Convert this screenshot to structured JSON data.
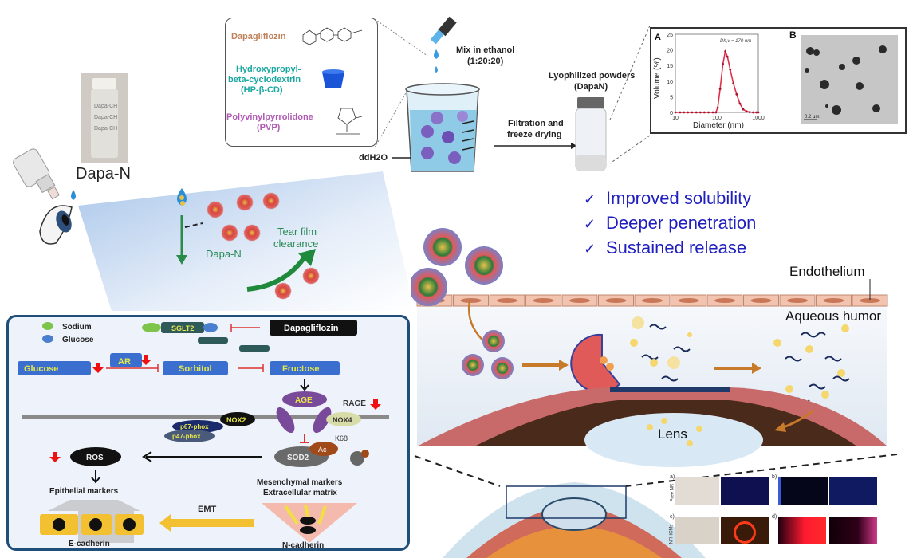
{
  "top_left": {
    "photo_caption": "Dapa-N",
    "vial_labels": [
      "Dapa-CH",
      "Dapa-CH",
      "Dapa-CH"
    ]
  },
  "ingredients": [
    {
      "name": "Dapagliflozin",
      "color": "#c0805a"
    },
    {
      "name": "Hydroxypropyl-",
      "line2": "beta-cyclodextrin",
      "line3": "(HP-β-CD)",
      "color": "#1aa7a0"
    },
    {
      "name": "Polyvinylpyrrolidone",
      "line2": "(PVP)",
      "color": "#b05ab5"
    }
  ],
  "process": {
    "mix_label": "Mix in ethanol",
    "mix_ratio": "(1:20:20)",
    "solvent_label": "ddH2O",
    "step_label_1": "Filtration and",
    "step_label_2": "freeze drying",
    "product_label_1": "Lyophilized powders",
    "product_label_2": "(DapaN)"
  },
  "chart_data": {
    "type": "line",
    "panel_label": "A",
    "annotation": "Dh,v = 170 nm",
    "xlabel": "Diameter (nm)",
    "ylabel": "Volume (%)",
    "xscale": "log",
    "xlim": [
      10,
      1000
    ],
    "ylim": [
      0,
      25
    ],
    "xticks": [
      "10",
      "100",
      "1000"
    ],
    "yticks": [
      "0",
      "5",
      "10",
      "15",
      "20",
      "25"
    ],
    "series": [
      {
        "name": "size distribution",
        "color": "#e0304a",
        "x": [
          10,
          13,
          16,
          20,
          25,
          32,
          40,
          50,
          63,
          80,
          95,
          105,
          120,
          140,
          160,
          180,
          210,
          250,
          300,
          360,
          430,
          520,
          620,
          750,
          900,
          1000
        ],
        "y": [
          0,
          0,
          0,
          0,
          0,
          0,
          0,
          0,
          0,
          0,
          0,
          1.5,
          7.5,
          15.5,
          19.5,
          17.8,
          13.7,
          9.3,
          5.8,
          2.8,
          1.0,
          0.3,
          0.1,
          0,
          0,
          0
        ]
      }
    ]
  },
  "tem": {
    "panel_label": "B",
    "scale_bar": "0.2 μm"
  },
  "benefits": [
    "Improved solubility",
    "Deeper penetration",
    "Sustained release"
  ],
  "check_glyph": "✓",
  "tear_film": {
    "drug_label": "Dapa-N",
    "clearance_1": "Tear film",
    "clearance_2": "clearance"
  },
  "ocular": {
    "endothelium": "Endothelium",
    "aqueous": "Aqueous humor",
    "lens": "Lens"
  },
  "fluorescence": {
    "labels": [
      "a)",
      "b)",
      "c)",
      "d)"
    ],
    "row_labels": [
      "Free NR",
      "NR-ICMs"
    ]
  },
  "pathway": {
    "legend": [
      {
        "label": "Sodium",
        "color": "#7cc44a"
      },
      {
        "label": "Glucose",
        "color": "#4a7fcf"
      }
    ],
    "sglt2": "SGLT2",
    "drug": "Dapagliflozin",
    "ar": "AR",
    "glucose": "Glucose",
    "sorbitol": "Sorbitol",
    "fructose": "Fructose",
    "age": "AGE",
    "rage": "RAGE",
    "nox2": "NOX2",
    "nox4": "NOX4",
    "p67": "p67-phox",
    "p47": "p47-phox",
    "k68": "K68",
    "ac": "Ac",
    "sod2": "SOD2",
    "ros": "ROS",
    "epithelial": "Epithelial markers",
    "mesenchymal_1": "Mesenchymal markers",
    "mesenchymal_2": "Extracellular matrix",
    "emt": "EMT",
    "ecadherin": "E-cadherin",
    "ncadherin": "N-cadherin"
  }
}
